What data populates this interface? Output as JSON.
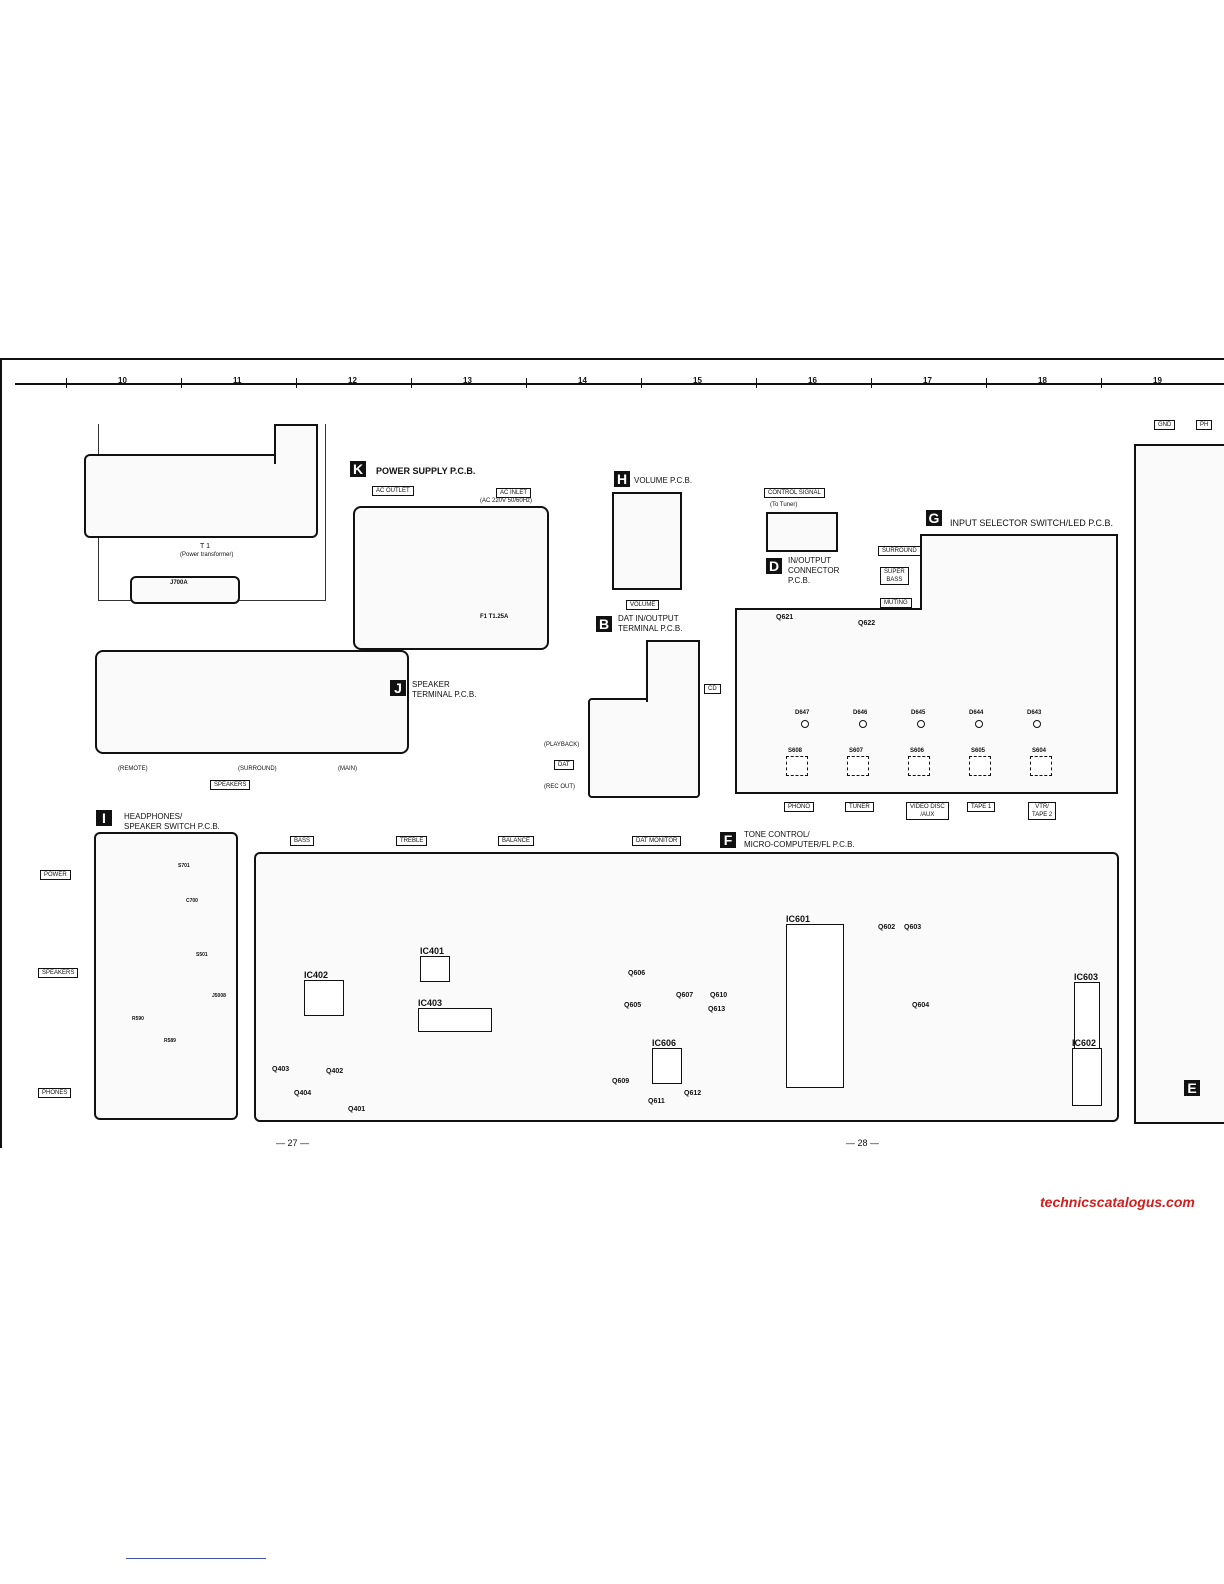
{
  "ruler": {
    "columns": [
      "10",
      "11",
      "12",
      "13",
      "14",
      "15",
      "16",
      "17",
      "18",
      "19"
    ]
  },
  "boards": {
    "k": {
      "letter": "K",
      "title": "POWER SUPPLY P.C.B.",
      "tags": [
        "AC OUTLET",
        "AC INLET",
        "(AC 220V  50/60Hz)"
      ],
      "fuse": "F1  T1.25A"
    },
    "transformer": {
      "label": "T 1",
      "sublabel": "(Power transformer)",
      "connector": "J700A"
    },
    "h": {
      "letter": "H",
      "title": "VOLUME P.C.B.",
      "tag": "VOLUME"
    },
    "d": {
      "letter": "D",
      "title": "IN/OUTPUT\nCONNECTOR\nP.C.B.",
      "tags": [
        "CONTROL SIGNAL",
        "(To Tuner)"
      ]
    },
    "g": {
      "letter": "G",
      "title": "INPUT SELECTOR SWITCH/LED P.C.B.",
      "tags": [
        "SURROUND",
        "SUPER\nBASS",
        "MUTING"
      ],
      "bottom_tags": [
        "PHONO",
        "TUNER",
        "VIDEO DISC\n/AUX",
        "TAPE 1",
        "VTR/\nTAPE 2"
      ],
      "leds": [
        "D647",
        "D646",
        "D645",
        "D644",
        "D643"
      ],
      "switches": [
        "S608",
        "S607",
        "S606",
        "S605",
        "S604"
      ],
      "transistors": [
        "Q621",
        "Q622"
      ]
    },
    "b": {
      "letter": "B",
      "title": "DAT IN/OUTPUT\nTERMINAL P.C.B.",
      "tags": [
        "(PLAYBACK)",
        "DAT",
        "(REC OUT)",
        "CD"
      ]
    },
    "j": {
      "letter": "J",
      "title": "SPEAKER\nTERMINAL P.C.B.",
      "tags": [
        "(REMOTE)",
        "(SURROUND)",
        "(MAIN)",
        "SPEAKERS"
      ]
    },
    "i": {
      "letter": "I",
      "title": "HEADPHONES/\nSPEAKER SWITCH P.C.B.",
      "tags": [
        "POWER",
        "SPEAKERS",
        "PHONES"
      ],
      "parts": [
        "S701",
        "C700",
        "S501",
        "J5008",
        "R590",
        "R589"
      ]
    },
    "f": {
      "letter": "F",
      "title": "TONE CONTROL/\nMICRO-COMPUTER/FL P.C.B.",
      "tags": [
        "BASS",
        "TREBLE",
        "BALANCE",
        "DAT MONITOR"
      ],
      "ics": [
        "IC402",
        "IC401",
        "IC403",
        "IC601",
        "IC606",
        "IC603",
        "IC602"
      ],
      "transistors": [
        "Q403",
        "Q404",
        "Q402",
        "Q401",
        "Q602",
        "Q603",
        "Q605",
        "Q606",
        "Q607",
        "Q610",
        "Q613",
        "Q609",
        "Q611",
        "Q612",
        "Q604"
      ]
    },
    "e": {
      "letter": "E",
      "tags": [
        "GND",
        "PH"
      ]
    }
  },
  "page_numbers": [
    "— 27 —",
    "— 28 —"
  ],
  "watermark": "technicscatalogus.com"
}
